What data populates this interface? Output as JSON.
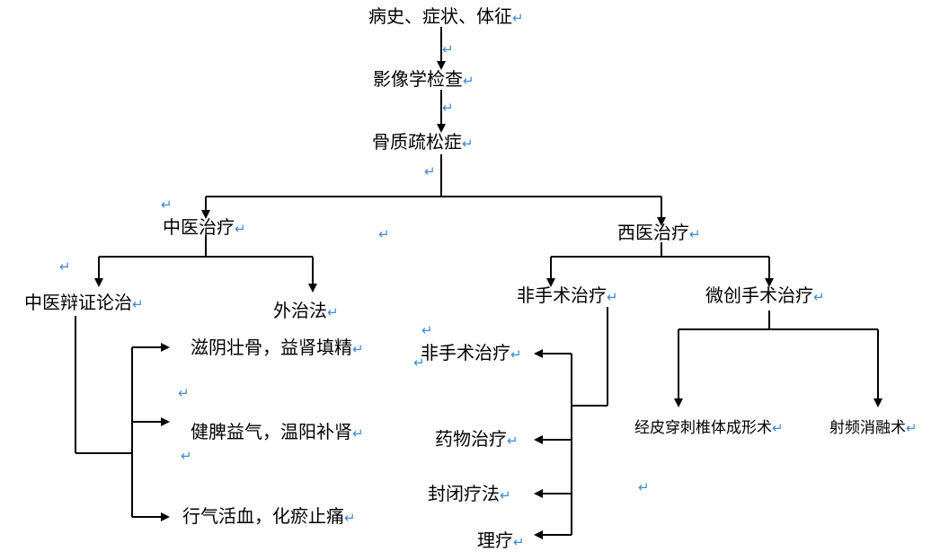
{
  "return_mark": "↵",
  "nodes": {
    "history": "病史、症状、体征",
    "imaging": "影像学检查",
    "osteoporosis": "骨质疏松症",
    "tcm": "中医治疗",
    "western": "西医治疗",
    "tcm_syndrome": "中医辩证论治",
    "external": "外治法",
    "non_surgical_a": "非手术治疗",
    "minimally_invasive": "微创手术治疗",
    "tonify_kidney": "滋阴壮骨，益肾填精",
    "non_surgical_b": "非手术治疗",
    "spleen_qi": "健脾益气，温阳补肾",
    "drug": "药物治疗",
    "pvp": "经皮穿刺椎体成形术",
    "rfa": "射频消融术",
    "block": "封闭疗法",
    "blood": "行气活血，化瘀止痛",
    "physio": "理疗"
  }
}
